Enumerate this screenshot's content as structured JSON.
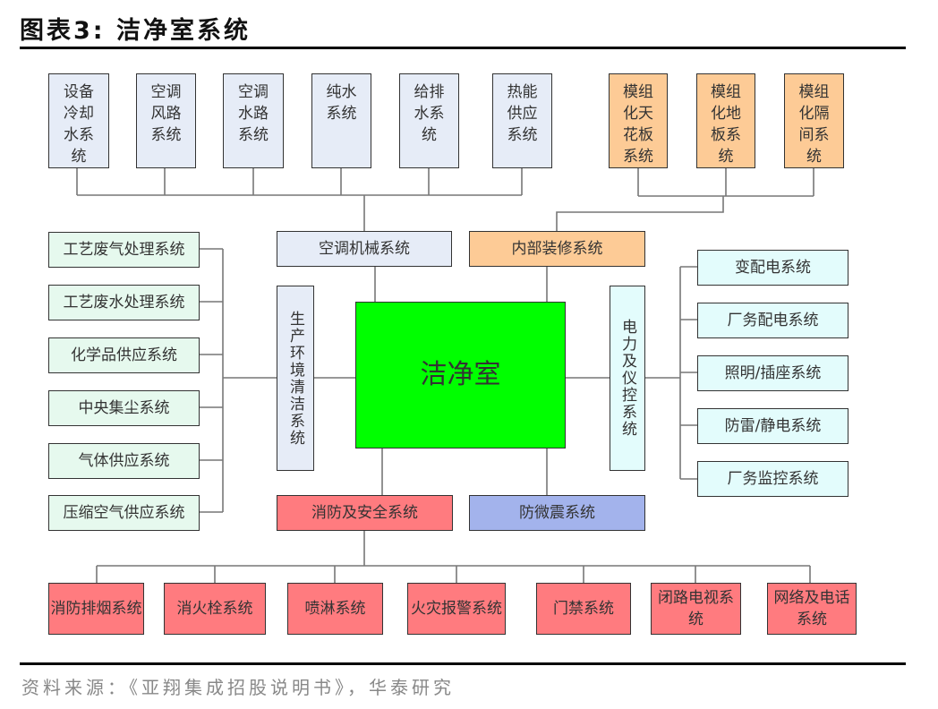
{
  "title": "图表3:  洁净室系统",
  "top_blue": [
    "设备冷却水系统",
    "空调风路系统",
    "空调水路系统",
    "纯水系统",
    "给排水系统",
    "热能供应系统"
  ],
  "top_orange": [
    "模组化天花板系统",
    "模组化地板系统",
    "模组化隔间系统"
  ],
  "hvac": "空调机械系统",
  "interior": "内部装修系统",
  "left": [
    "工艺废气处理系统",
    "工艺废水处理系统",
    "化学品供应系统",
    "中央集尘系统",
    "气体供应系统",
    "压缩空气供应系统"
  ],
  "env": "生产环境清洁系统",
  "core": "洁净室",
  "power": "电力及仪控系统",
  "right": [
    "变配电系统",
    "厂务配电系统",
    "照明/插座系统",
    "防雷/静电系统",
    "厂务监控系统"
  ],
  "fire": "消防及安全系统",
  "quake": "防微震系统",
  "bottom": [
    "消防排烟系统",
    "消火栓系统",
    "喷淋系统",
    "火灾报警系统",
    "门禁系统",
    "闭路电视系统",
    "网络及电话系统"
  ],
  "footer": "资料来源：《亚翔集成招股说明书》，华泰研究"
}
